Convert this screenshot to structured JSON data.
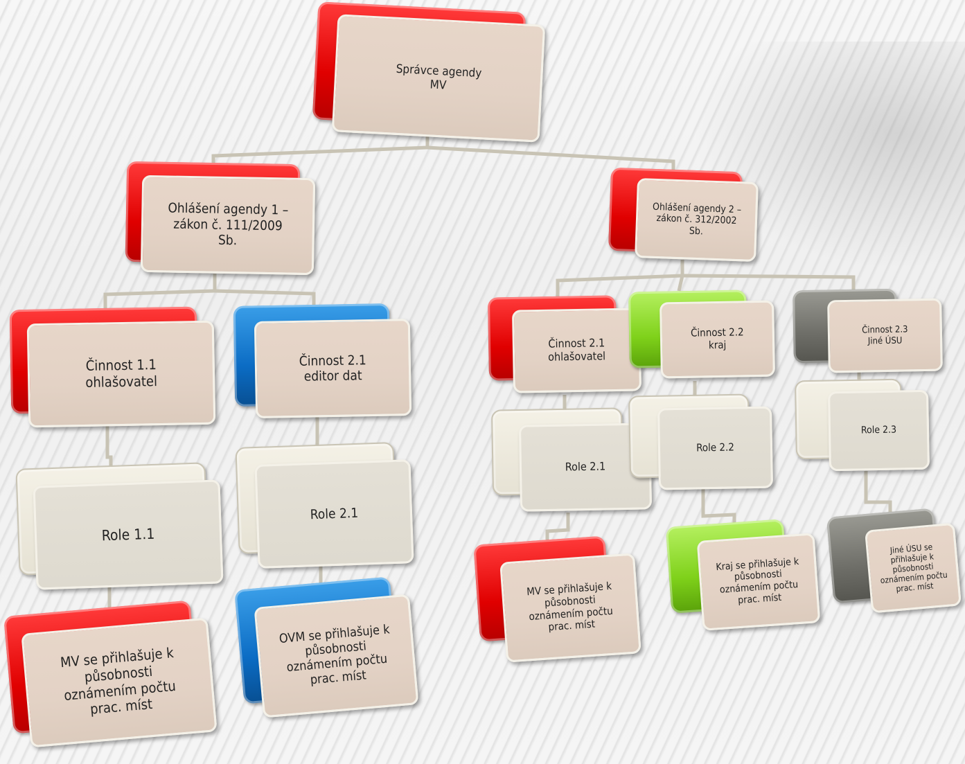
{
  "diagram": {
    "root": {
      "text": "Správce agendy\nMV"
    },
    "agenda1": {
      "text": "Ohlášení agendy 1 –\nzákon č. 111/2009\nSb."
    },
    "agenda2": {
      "text": "Ohlášení agendy 2 –\nzákon č. 312/2002\nSb."
    },
    "a1_act1": {
      "text": "Činnost 1.1\nohlašovatel"
    },
    "a1_act2": {
      "text": "Činnost 2.1\neditor dat"
    },
    "a1_role1": {
      "text": "Role 1.1"
    },
    "a1_role2": {
      "text": "Role 2.1"
    },
    "a1_leaf1": {
      "text": "MV se přihlašuje k\npůsobnosti\noznámením počtu\nprac. míst"
    },
    "a1_leaf2": {
      "text": "OVM se přihlašuje k\npůsobnosti\noznámením počtu\nprac. míst"
    },
    "a2_act1": {
      "text": "Činnost 2.1\nohlašovatel"
    },
    "a2_act2": {
      "text": "Činnost 2.2\nkraj"
    },
    "a2_act3": {
      "text": "Činnost 2.3\nJiné ÚSU"
    },
    "a2_role1": {
      "text": "Role 2.1"
    },
    "a2_role2": {
      "text": "Role 2.2"
    },
    "a2_role3": {
      "text": "Role 2.3"
    },
    "a2_leaf1": {
      "text": "MV se přihlašuje k\npůsobnosti\noznámením počtu\nprac. míst"
    },
    "a2_leaf2": {
      "text": "Kraj se přihlašuje k\npůsobnosti\noznámením počtu\nprac. míst"
    },
    "a2_leaf3": {
      "text": "Jiné ÚSU se\npřihlašuje k\npůsobnosti\noznámením počtu\nprac. míst"
    }
  },
  "colors": {
    "red": "#e00000",
    "blue": "#0b6cc4",
    "green": "#7fd11a",
    "dark_grey": "#6e6e68",
    "box_fill": "#e3d2c5",
    "connector": "#c8c3b4"
  }
}
